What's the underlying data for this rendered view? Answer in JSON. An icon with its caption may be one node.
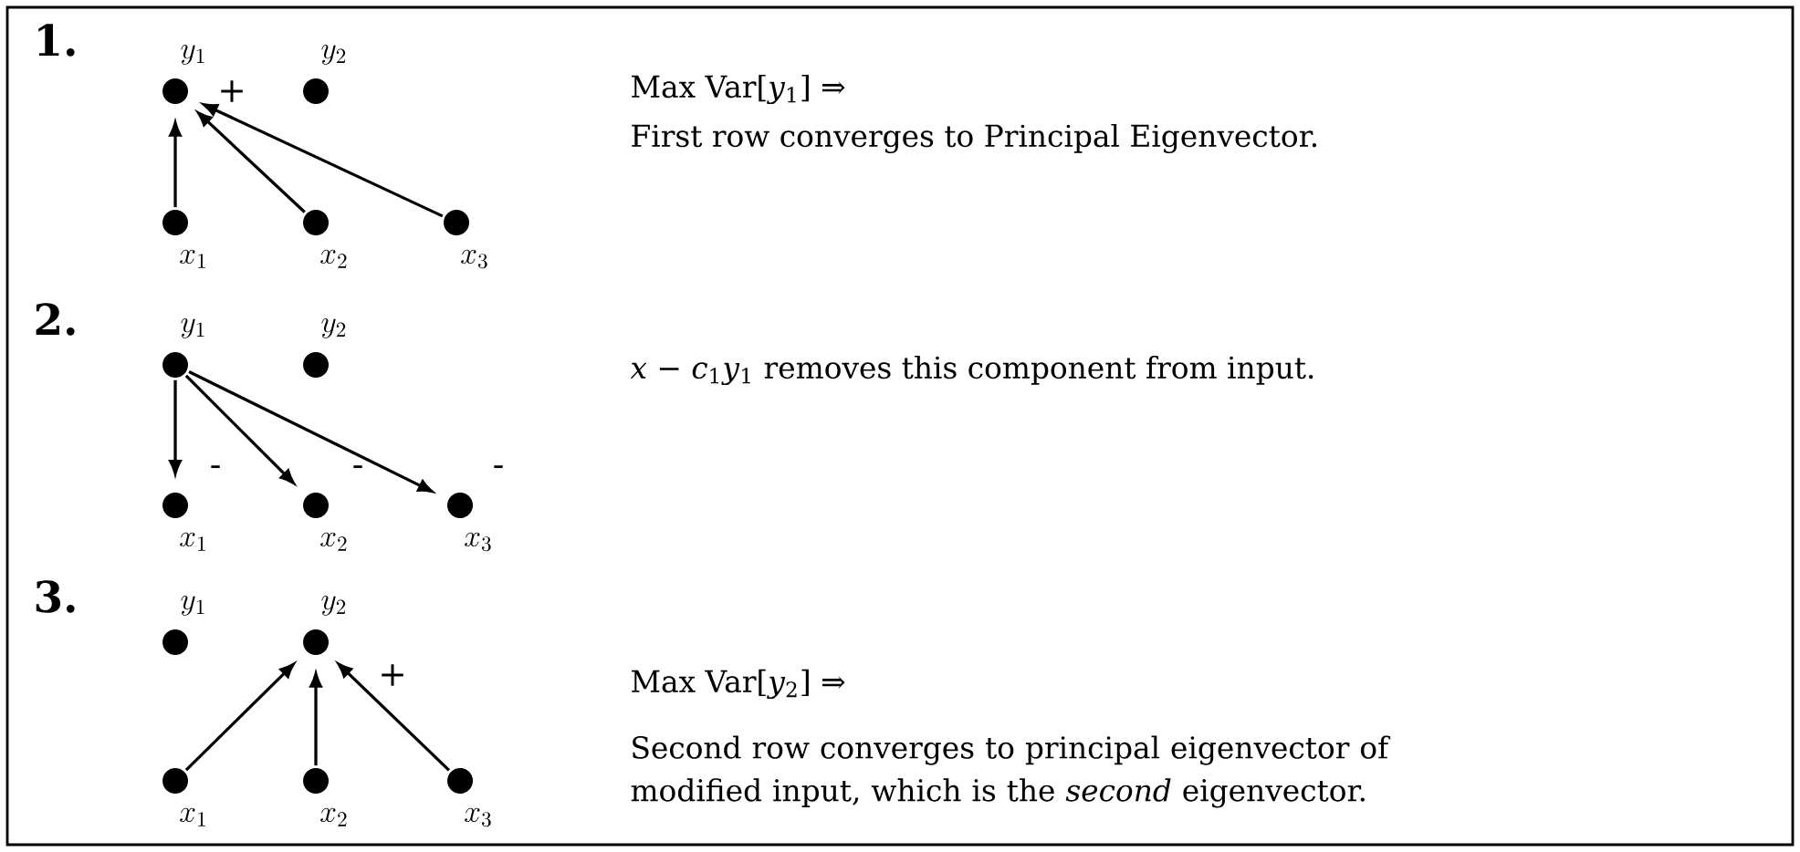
{
  "diagram": {
    "nodes": [
      {
        "text": [
          "y_1"
        ]
      },
      {
        "text": [
          "y_2"
        ]
      },
      {
        "text": [
          "x_1"
        ]
      },
      {
        "text": [
          "x_2"
        ]
      },
      {
        "text": [
          "x_3"
        ]
      },
      {
        "text": [
          "y_1"
        ]
      },
      {
        "text": [
          "y_2"
        ]
      },
      {
        "text": [
          "x_1"
        ]
      },
      {
        "text": [
          "x_2"
        ]
      },
      {
        "text": [
          "x_3"
        ]
      },
      {
        "text": [
          "y_1"
        ]
      },
      {
        "text": [
          "y_2"
        ]
      },
      {
        "text": [
          "x_1"
        ]
      },
      {
        "text": [
          "x_2"
        ]
      },
      {
        "text": [
          "x_3"
        ]
      }
    ],
    "edges": [
      {
        "from": 2,
        "to": 0,
        "arrow": "to"
      },
      {
        "from": 3,
        "to": 0,
        "arrow": "to"
      },
      {
        "from": 4,
        "to": 0,
        "arrow": "to"
      },
      {
        "from": 5,
        "to": 7,
        "arrow": "to"
      },
      {
        "from": 5,
        "to": 8,
        "arrow": "to"
      },
      {
        "from": 5,
        "to": 9,
        "arrow": "to"
      },
      {
        "from": 12,
        "to": 11,
        "arrow": "to"
      },
      {
        "from": 13,
        "to": 11,
        "arrow": "to"
      },
      {
        "from": 14,
        "to": 11,
        "arrow": "to"
      }
    ],
    "labels": [
      "1.",
      "+",
      "Max Var[*y*$_{1}$]  ⇒",
      "First row converges to Principal Eigenvector.",
      "2.",
      "*x* − *c*$_{1}$*y*$_{1}$ removes this component from input.",
      "-",
      "-",
      "-",
      "3.",
      "+",
      "Max Var[*y*$_{2}$]  ⇒",
      "Second row converges to principal eigenvector of modified input, which is the *second* eigenvector."
    ]
  }
}
